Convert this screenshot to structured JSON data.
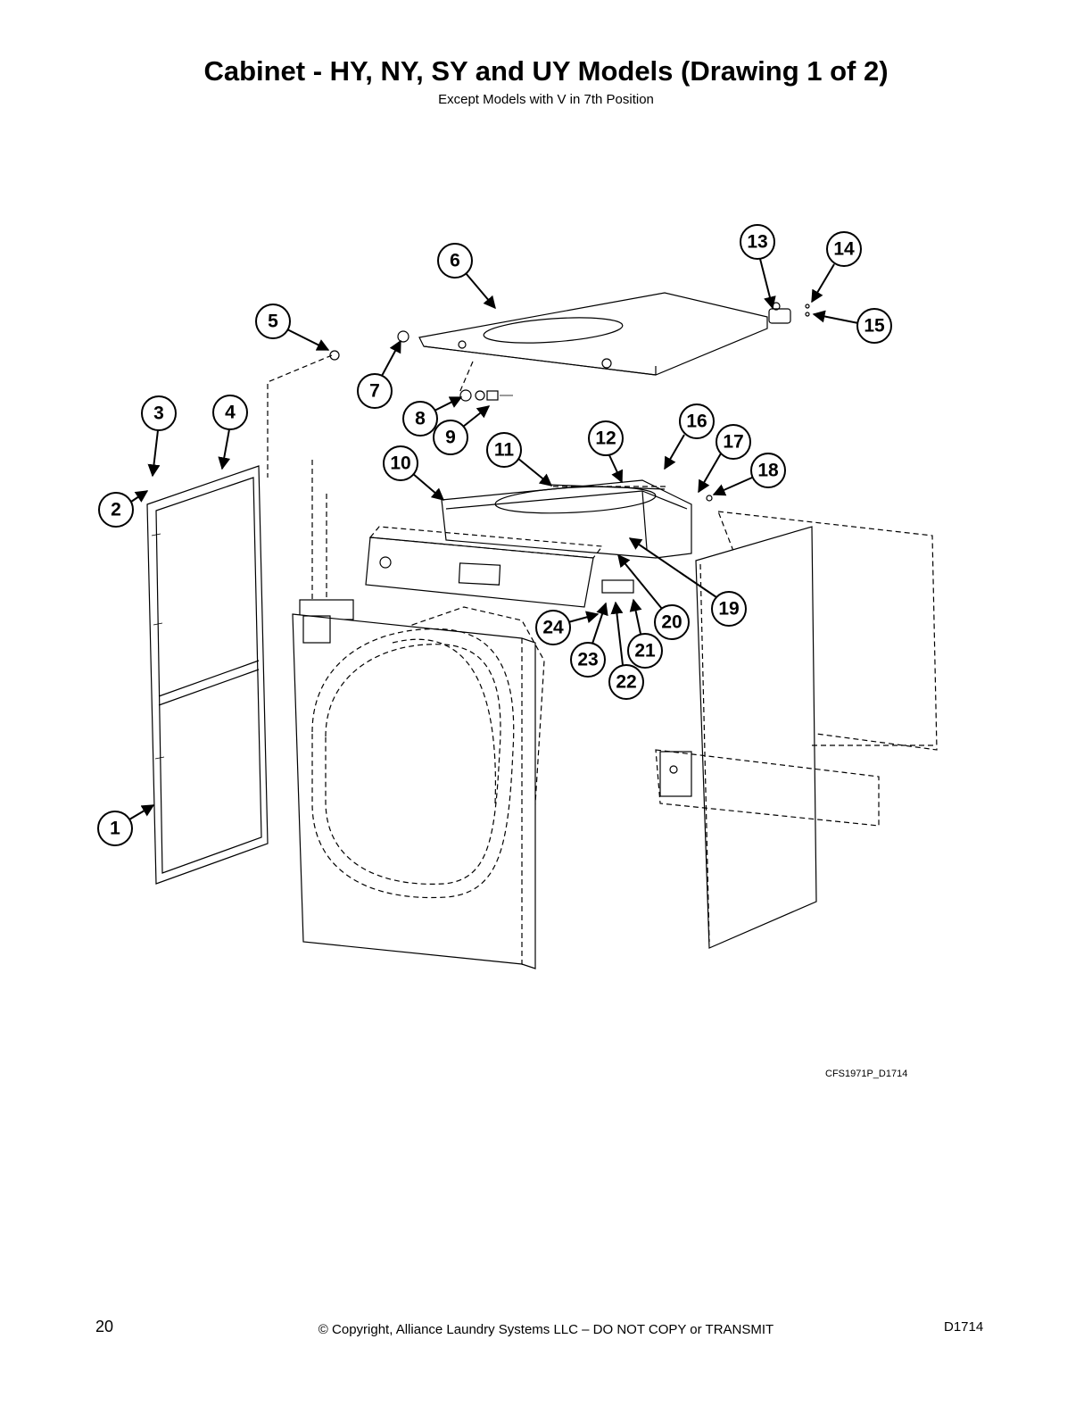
{
  "header": {
    "title": "Cabinet - HY, NY, SY and UY Models (Drawing 1 of 2)",
    "subtitle": "Except Models with V in 7th Position"
  },
  "diagram": {
    "drawing_id": "CFS1971P_D1714",
    "callouts": [
      "1",
      "2",
      "3",
      "4",
      "5",
      "6",
      "7",
      "8",
      "9",
      "10",
      "11",
      "12",
      "13",
      "14",
      "15",
      "16",
      "17",
      "18",
      "19",
      "20",
      "21",
      "22",
      "23",
      "24"
    ]
  },
  "footer": {
    "page_number": "20",
    "copyright": "© Copyright, Alliance Laundry Systems LLC – DO NOT COPY or TRANSMIT",
    "doc_id": "D1714"
  }
}
